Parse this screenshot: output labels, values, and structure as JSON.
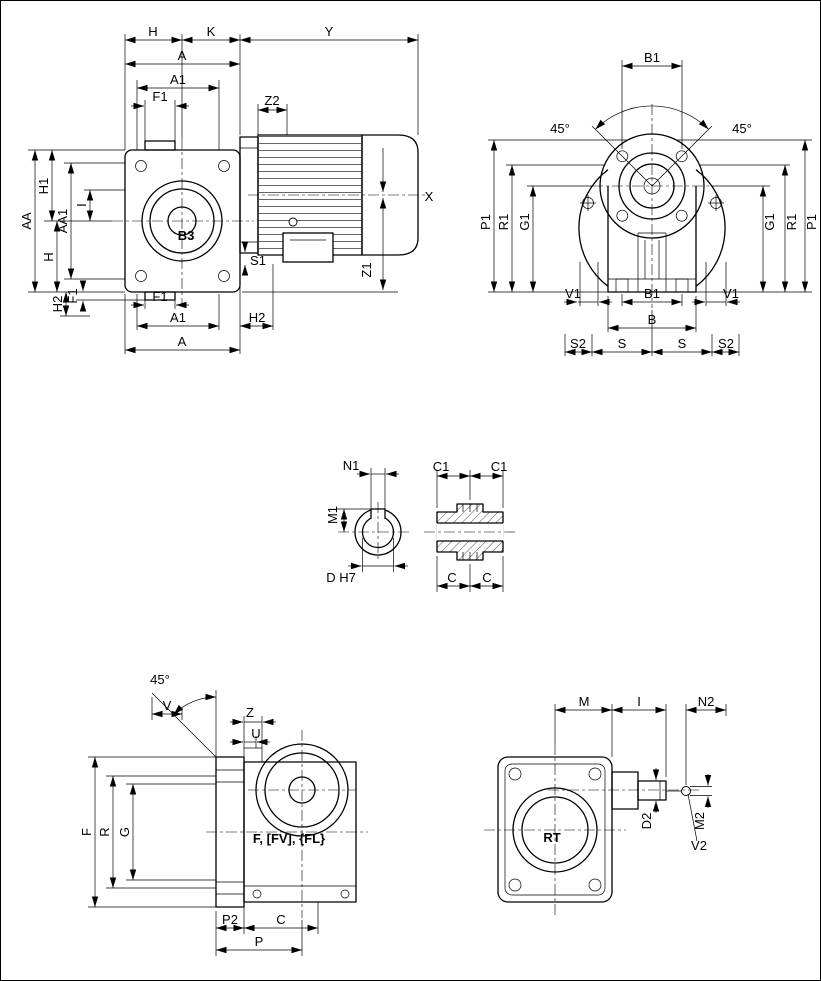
{
  "sheet": {
    "background": "#ffffff",
    "border_color": "#000000",
    "line_color": "#000000"
  },
  "colors": {
    "view_label_green": "#008000"
  },
  "views": {
    "b3": {
      "view_label": "B3",
      "dims": {
        "h_top": "H",
        "k": "K",
        "y": "Y",
        "a_top": "A",
        "a1_top": "A1",
        "f1_top": "F1",
        "z2": "Z2",
        "x": "X",
        "z1": "Z1",
        "aa": "AA",
        "h1": "H1",
        "h_left": "H",
        "aa1": "AA1",
        "i": "I",
        "h2_left": "H2",
        "f1_left": "F1",
        "s1": "S1",
        "f1_bottom": "F1",
        "a1_bottom": "A1",
        "h2_bottom": "H2",
        "a_bottom": "A"
      }
    },
    "front": {
      "dims": {
        "b1_top": "B1",
        "angle_left": "45°",
        "angle_right": "45°",
        "p1_left": "P1",
        "r1_left": "R1",
        "g1_left": "G1",
        "g1_right": "G1",
        "r1_right": "R1",
        "p1_right": "P1",
        "v1_left": "V1",
        "b1_bottom": "B1",
        "v1_right": "V1",
        "b": "B",
        "s2_left": "S2",
        "s_left": "S",
        "s_right": "S",
        "s2_right": "S2"
      }
    },
    "shaft": {
      "dims": {
        "n1": "N1",
        "c1_left": "C1",
        "c1_right": "C1",
        "m1": "M1",
        "d_h7": "D H7",
        "c_left": "C",
        "c_right": "C"
      }
    },
    "flange": {
      "view_label": "F, [FV], {FL}",
      "dims": {
        "angle": "45°",
        "v": "V",
        "z": "Z",
        "u": "U",
        "f": "F",
        "r": "R",
        "g": "G",
        "p2": "P2",
        "c": "C",
        "p": "P"
      }
    },
    "rt": {
      "view_label": "RT",
      "dims": {
        "m": "M",
        "i": "I",
        "n2": "N2",
        "d2": "D2",
        "m2": "M2",
        "v2": "V2"
      }
    }
  }
}
